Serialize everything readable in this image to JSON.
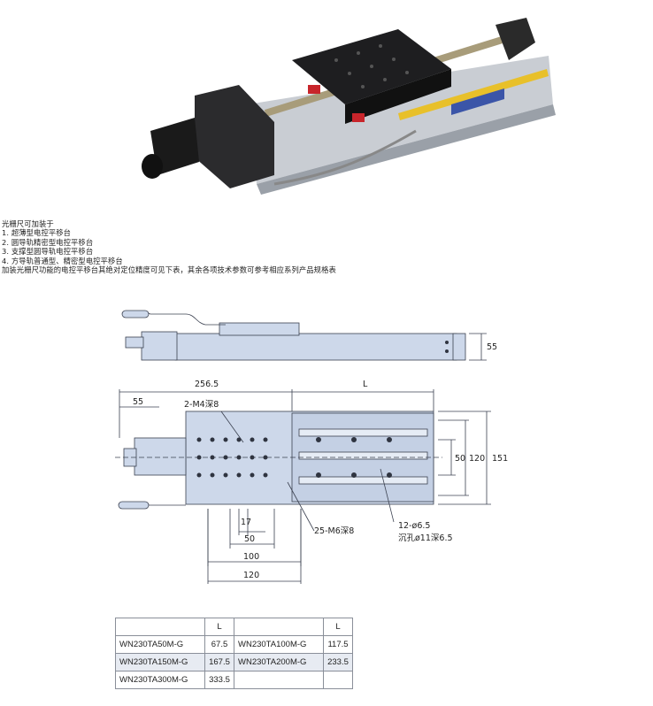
{
  "notes": [
    "光栅尺可加装于",
    "1. 超薄型电控平移台",
    "2. 圆导轨精密型电控平移台",
    "3. 支撑型圆导轨电控平移台",
    "4. 方导轨普通型、精密型电控平移台",
    "加装光栅尺功能的电控平移台其绝对定位精度可见下表，其余各项技术参数可参考相应系列产品规格表"
  ],
  "drawing": {
    "dim_height": "55",
    "dim_length_fixed": "256.5",
    "dim_length_var": "L",
    "dim_offset": "55",
    "label_holes_top": "2-M4深8",
    "dim_50_inner": "50",
    "dim_120_inner": "120",
    "dim_151": "151",
    "dim_17": "17",
    "dim_50": "50",
    "dim_100": "100",
    "dim_120": "120",
    "label_m6": "25-M6深8",
    "label_holes": "12-ø6.5",
    "label_counterbore": "沉孔ø11深6.5"
  },
  "table": {
    "header_l": "L",
    "rows": [
      {
        "model_a": "WN230TA50M-G",
        "l_a": "67.5",
        "model_b": "WN230TA100M-G",
        "l_b": "117.5"
      },
      {
        "model_a": "WN230TA150M-G",
        "l_a": "167.5",
        "model_b": "WN230TA200M-G",
        "l_b": "233.5"
      },
      {
        "model_a": "WN230TA300M-G",
        "l_a": "333.5",
        "model_b": "",
        "l_b": ""
      }
    ]
  }
}
